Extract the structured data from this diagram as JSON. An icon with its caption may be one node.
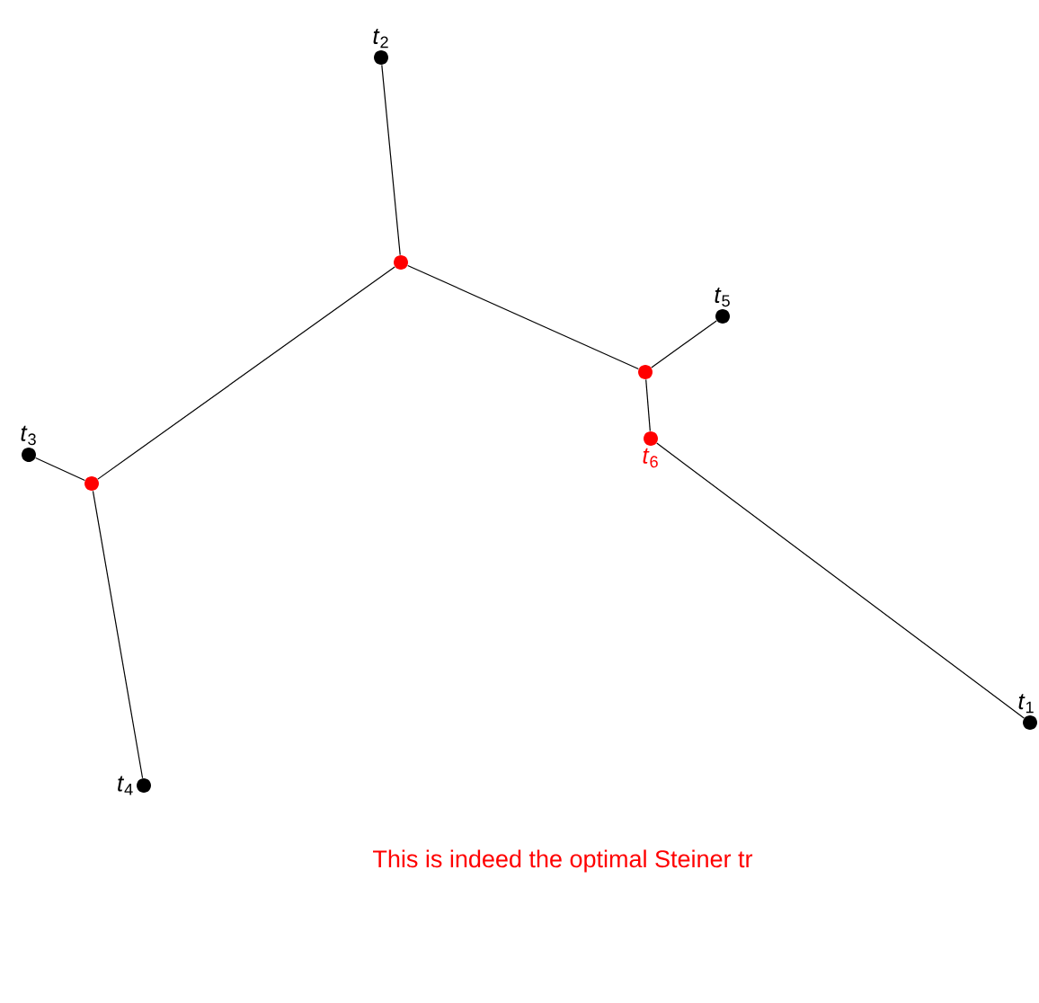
{
  "diagram": {
    "nodes": [
      {
        "text": [
          "*t*$_{2}$"
        ]
      },
      {
        "text": [],
        "shape": "circle"
      },
      {
        "text": [
          "*t*$_{5}$"
        ]
      },
      {
        "text": [],
        "shape": "circle"
      },
      {
        "text": [
          "*t*$_{6}$"
        ]
      },
      {
        "text": [
          "*t*$_{3}$"
        ]
      },
      {
        "text": [],
        "shape": "circle"
      },
      {
        "text": [
          "*t*$_{1}$"
        ]
      },
      {
        "text": [
          "*t*$_{4}$"
        ]
      }
    ],
    "edges": [
      {
        "from": 0,
        "to": 1,
        "arrow": "none"
      },
      {
        "from": 1,
        "to": 3,
        "arrow": "none"
      },
      {
        "from": 3,
        "to": 2,
        "arrow": "none"
      },
      {
        "from": 3,
        "to": 4,
        "arrow": "none"
      },
      {
        "from": 4,
        "to": 7,
        "arrow": "none"
      },
      {
        "from": 1,
        "to": 6,
        "arrow": "none"
      },
      {
        "from": 6,
        "to": 5,
        "arrow": "none"
      },
      {
        "from": 6,
        "to": 8,
        "arrow": "none"
      }
    ],
    "labels": [
      "This is indeed the optimal Steiner tr"
    ]
  }
}
